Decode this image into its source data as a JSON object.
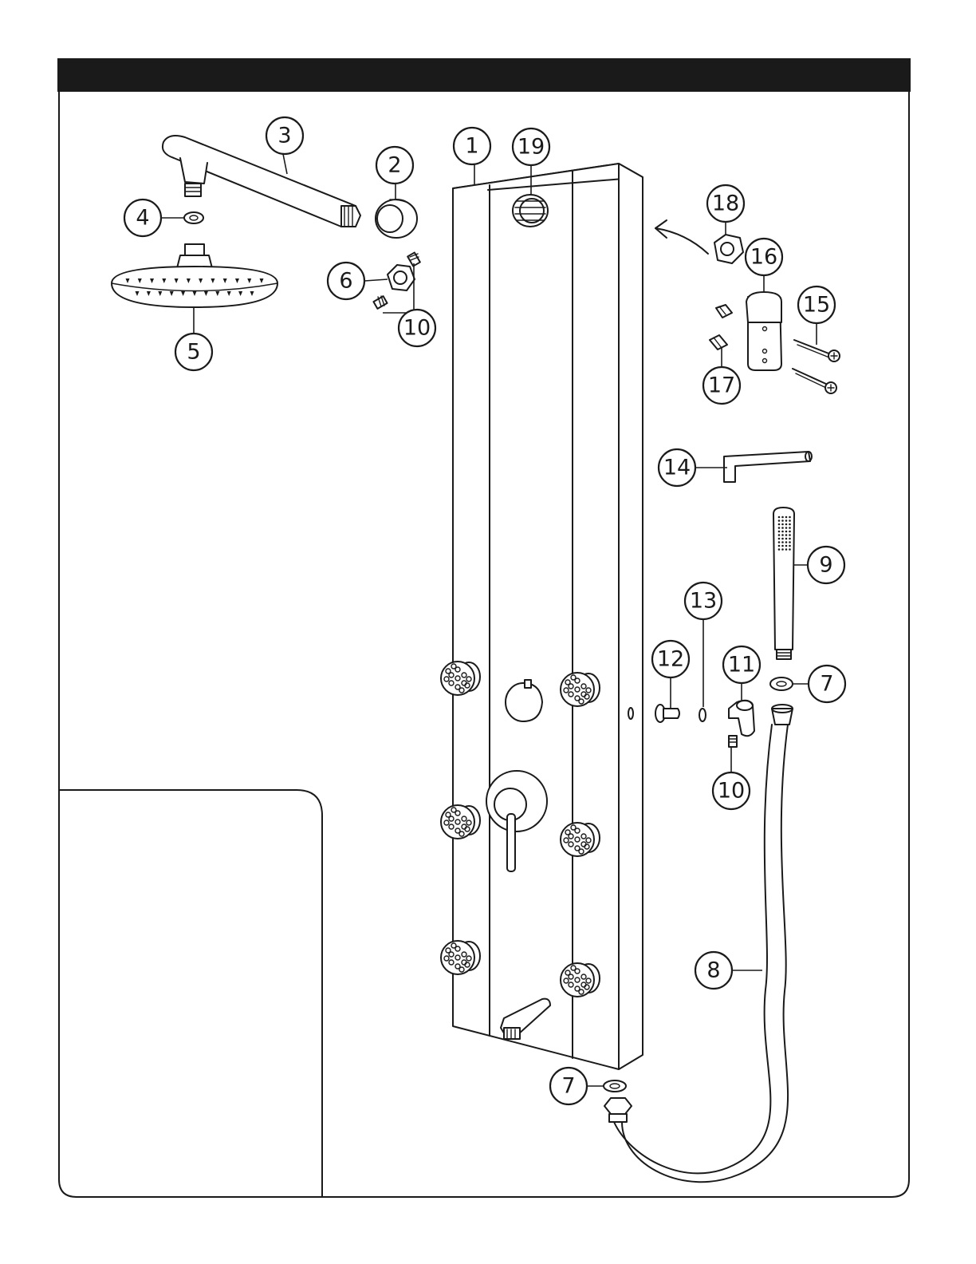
{
  "header": {
    "bar_color": "#1a1a1a",
    "title": ""
  },
  "callouts": [
    {
      "id": "c1",
      "label": "1",
      "part": "shower-panel"
    },
    {
      "id": "c2",
      "label": "2",
      "part": "flange"
    },
    {
      "id": "c3",
      "label": "3",
      "part": "shower-arm"
    },
    {
      "id": "c4",
      "label": "4",
      "part": "washer"
    },
    {
      "id": "c5",
      "label": "5",
      "part": "rain-shower-head"
    },
    {
      "id": "c6",
      "label": "6",
      "part": "hex-nut"
    },
    {
      "id": "c10a",
      "label": "10",
      "part": "set-screw"
    },
    {
      "id": "c19",
      "label": "19",
      "part": "threaded-outlet"
    },
    {
      "id": "c18",
      "label": "18",
      "part": "nut"
    },
    {
      "id": "c16",
      "label": "16",
      "part": "mounting-bracket"
    },
    {
      "id": "c15",
      "label": "15",
      "part": "wood-screw"
    },
    {
      "id": "c17",
      "label": "17",
      "part": "wall-anchor"
    },
    {
      "id": "c14",
      "label": "14",
      "part": "allen-key"
    },
    {
      "id": "c9",
      "label": "9",
      "part": "hand-shower"
    },
    {
      "id": "c13",
      "label": "13",
      "part": "o-ring"
    },
    {
      "id": "c12",
      "label": "12",
      "part": "hook-pin"
    },
    {
      "id": "c11",
      "label": "11",
      "part": "hand-shower-holder"
    },
    {
      "id": "c7a",
      "label": "7",
      "part": "washer"
    },
    {
      "id": "c10b",
      "label": "10",
      "part": "set-screw"
    },
    {
      "id": "c8",
      "label": "8",
      "part": "flexible-hose"
    },
    {
      "id": "c7b",
      "label": "7",
      "part": "washer"
    }
  ]
}
